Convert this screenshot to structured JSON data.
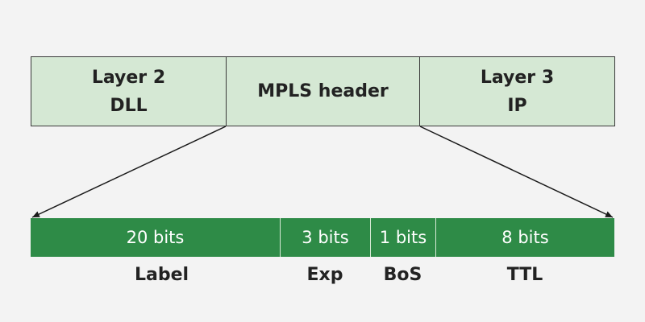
{
  "header_row": {
    "layer2": {
      "line1": "Layer 2",
      "line2": "DLL"
    },
    "mpls": {
      "label": "MPLS header"
    },
    "layer3": {
      "line1": "Layer 3",
      "line2": "IP"
    }
  },
  "fields": [
    {
      "bits": "20 bits",
      "name": "Label"
    },
    {
      "bits": "3 bits",
      "name": "Exp"
    },
    {
      "bits": "1 bits",
      "name": "BoS"
    },
    {
      "bits": "8 bits",
      "name": "TTL"
    }
  ],
  "colors": {
    "header_fill": "#d5e8d4",
    "bits_fill": "#2e8b47",
    "text_dark": "#222222",
    "text_light": "#ffffff",
    "background": "#f3f3f3"
  }
}
